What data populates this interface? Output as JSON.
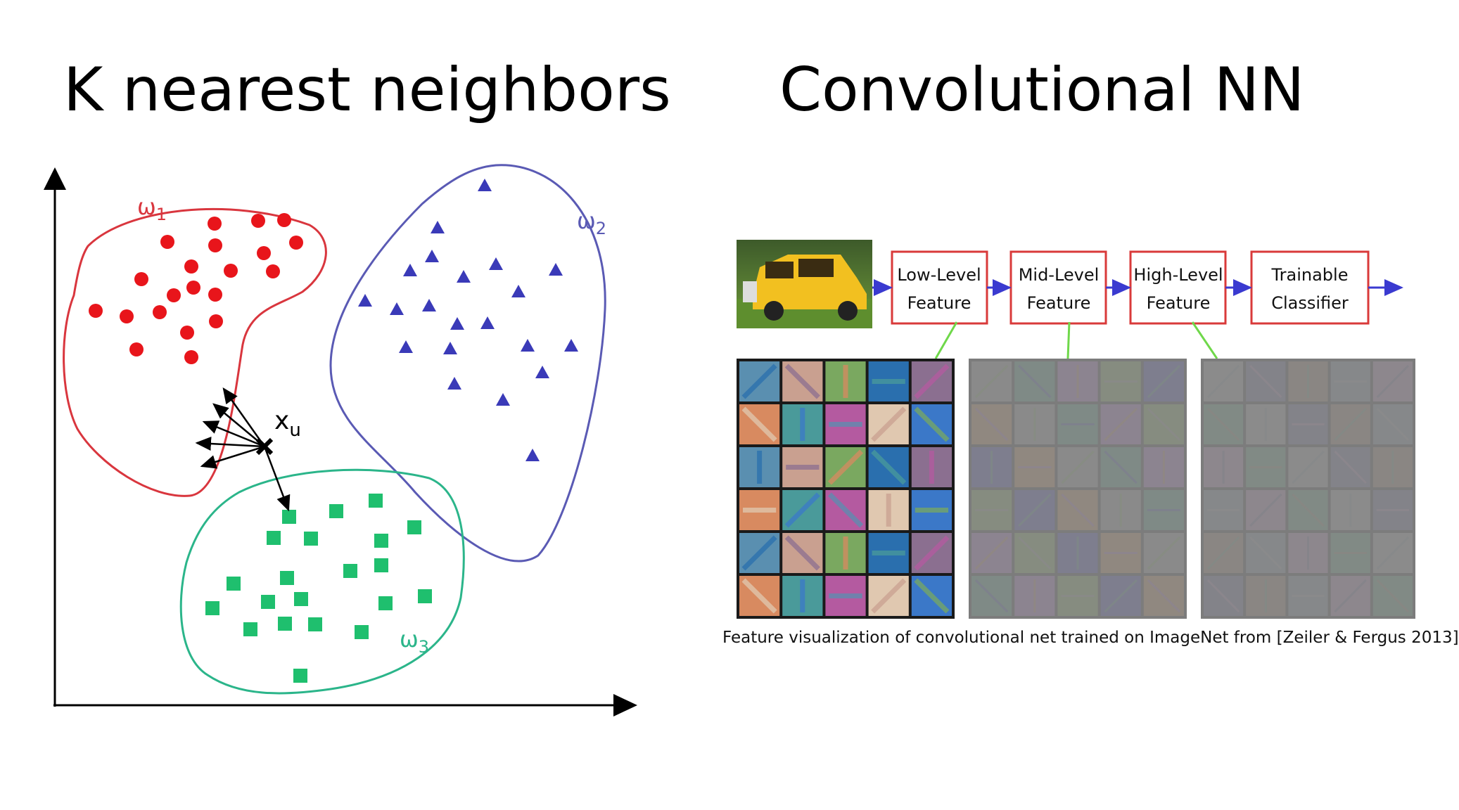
{
  "titles": {
    "left": "K nearest neighbors",
    "right": "Convolutional NN"
  },
  "knn": {
    "class_labels": [
      {
        "main": "ω",
        "sub": "1",
        "color": "#d9363e"
      },
      {
        "main": "ω",
        "sub": "2",
        "color": "#5a5ab4"
      },
      {
        "main": "ω",
        "sub": "3",
        "color": "#2bb58a"
      }
    ],
    "query_label": {
      "main": "x",
      "sub": "u"
    },
    "colors": {
      "red": "#e8151b",
      "blue": "#3a3ab8",
      "green": "#1fbf6e",
      "axis": "#000000"
    },
    "icons": [
      "circle",
      "triangle",
      "square",
      "cross"
    ]
  },
  "cnn": {
    "stages": [
      {
        "line1": "Low-Level",
        "line2": "Feature"
      },
      {
        "line1": "Mid-Level",
        "line2": "Feature"
      },
      {
        "line1": "High-Level",
        "line2": "Feature"
      },
      {
        "line1": "Trainable",
        "line2": "Classifier"
      }
    ],
    "box_color": "#d93a3a",
    "arrow_color": "#3a3ad0",
    "connector_color": "#6fd84a",
    "caption": "Feature visualization of convolutional net trained on ImageNet from [Zeiler & Fergus 2013]"
  }
}
